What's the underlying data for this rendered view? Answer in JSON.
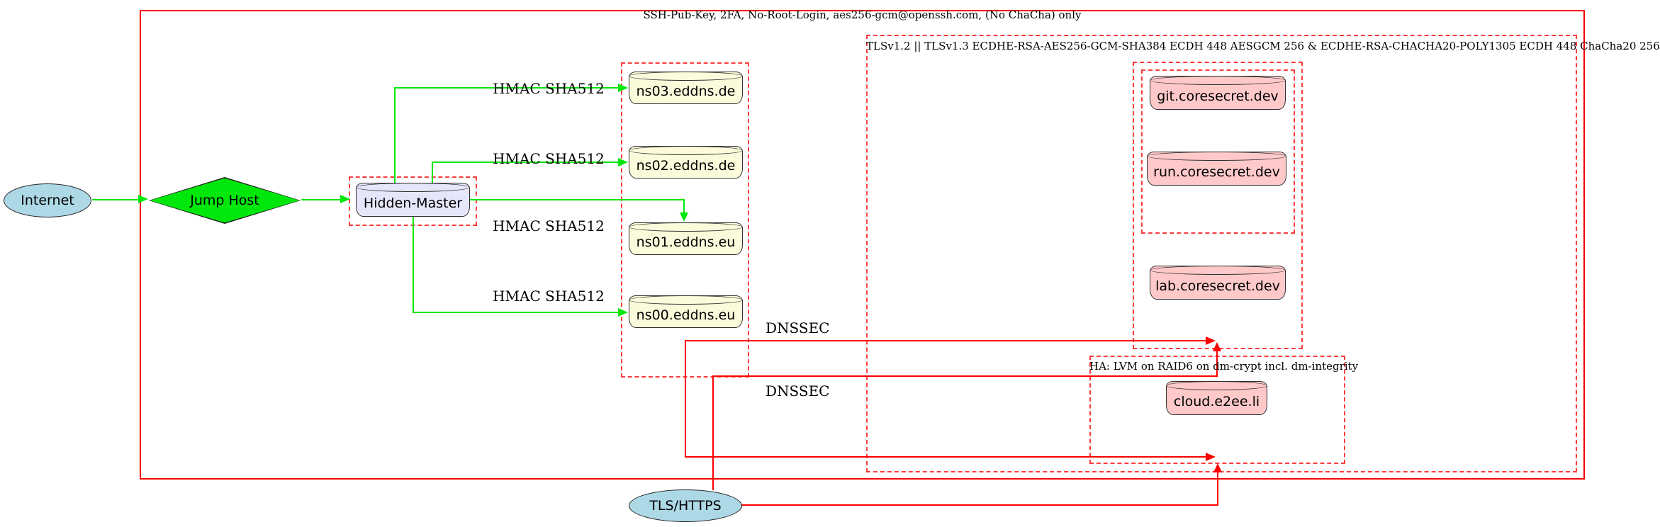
{
  "clusters": {
    "outer_label": "SSH-Pub-Key, 2FA, No-Root-Login, aes256-gcm@openssh.com, (No ChaCha) only",
    "tls_label": "TLSv1.2 || TLSv1.3 ECDHE-RSA-AES256-GCM-SHA384 ECDH 448 AESGCM 256 & ECDHE-RSA-CHACHA20-POLY1305 ECDH 448 ChaCha20 256",
    "ha_label": "HA: LVM on RAID6 on dm-crypt incl. dm-integrity"
  },
  "nodes": {
    "internet": "Internet",
    "jump_host": "Jump Host",
    "hidden_master": "Hidden-Master",
    "ns03": "ns03.eddns.de",
    "ns02": "ns02.eddns.de",
    "ns01": "ns01.eddns.eu",
    "ns00": "ns00.eddns.eu",
    "git": "git.coresecret.dev",
    "run": "run.coresecret.dev",
    "lab": "lab.coresecret.dev",
    "cloud": "cloud.e2ee.li",
    "tls_https": "TLS/HTTPS"
  },
  "edge_labels": {
    "hmac1": "HMAC SHA512",
    "hmac2": "HMAC SHA512",
    "hmac3": "HMAC SHA512",
    "hmac4": "HMAC SHA512",
    "dnssec1": "DNSSEC",
    "dnssec2": "DNSSEC"
  },
  "colors": {
    "edge_green": "#00e70b",
    "edge_red": "#fe0000",
    "cluster_red": "#fb3d3d",
    "node_lightblue": "#add8e6",
    "node_green": "#00e70b",
    "node_lavender": "#e6e6fa",
    "node_lightyellow": "#fbfbdc",
    "node_pink": "#ffc9ca"
  }
}
